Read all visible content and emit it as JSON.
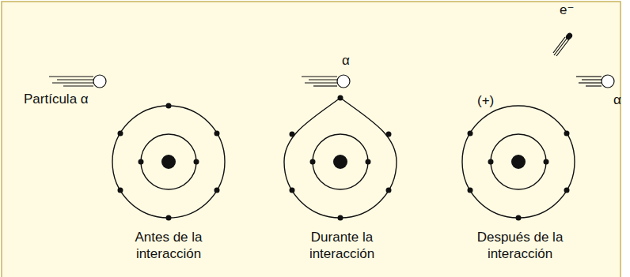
{
  "diagram": {
    "labels": [
      "Partícula α",
      "α",
      "(+)",
      "e⁻",
      "α",
      "Antes de la interacción",
      "Durante la interacción",
      "Después de la interacción"
    ]
  }
}
